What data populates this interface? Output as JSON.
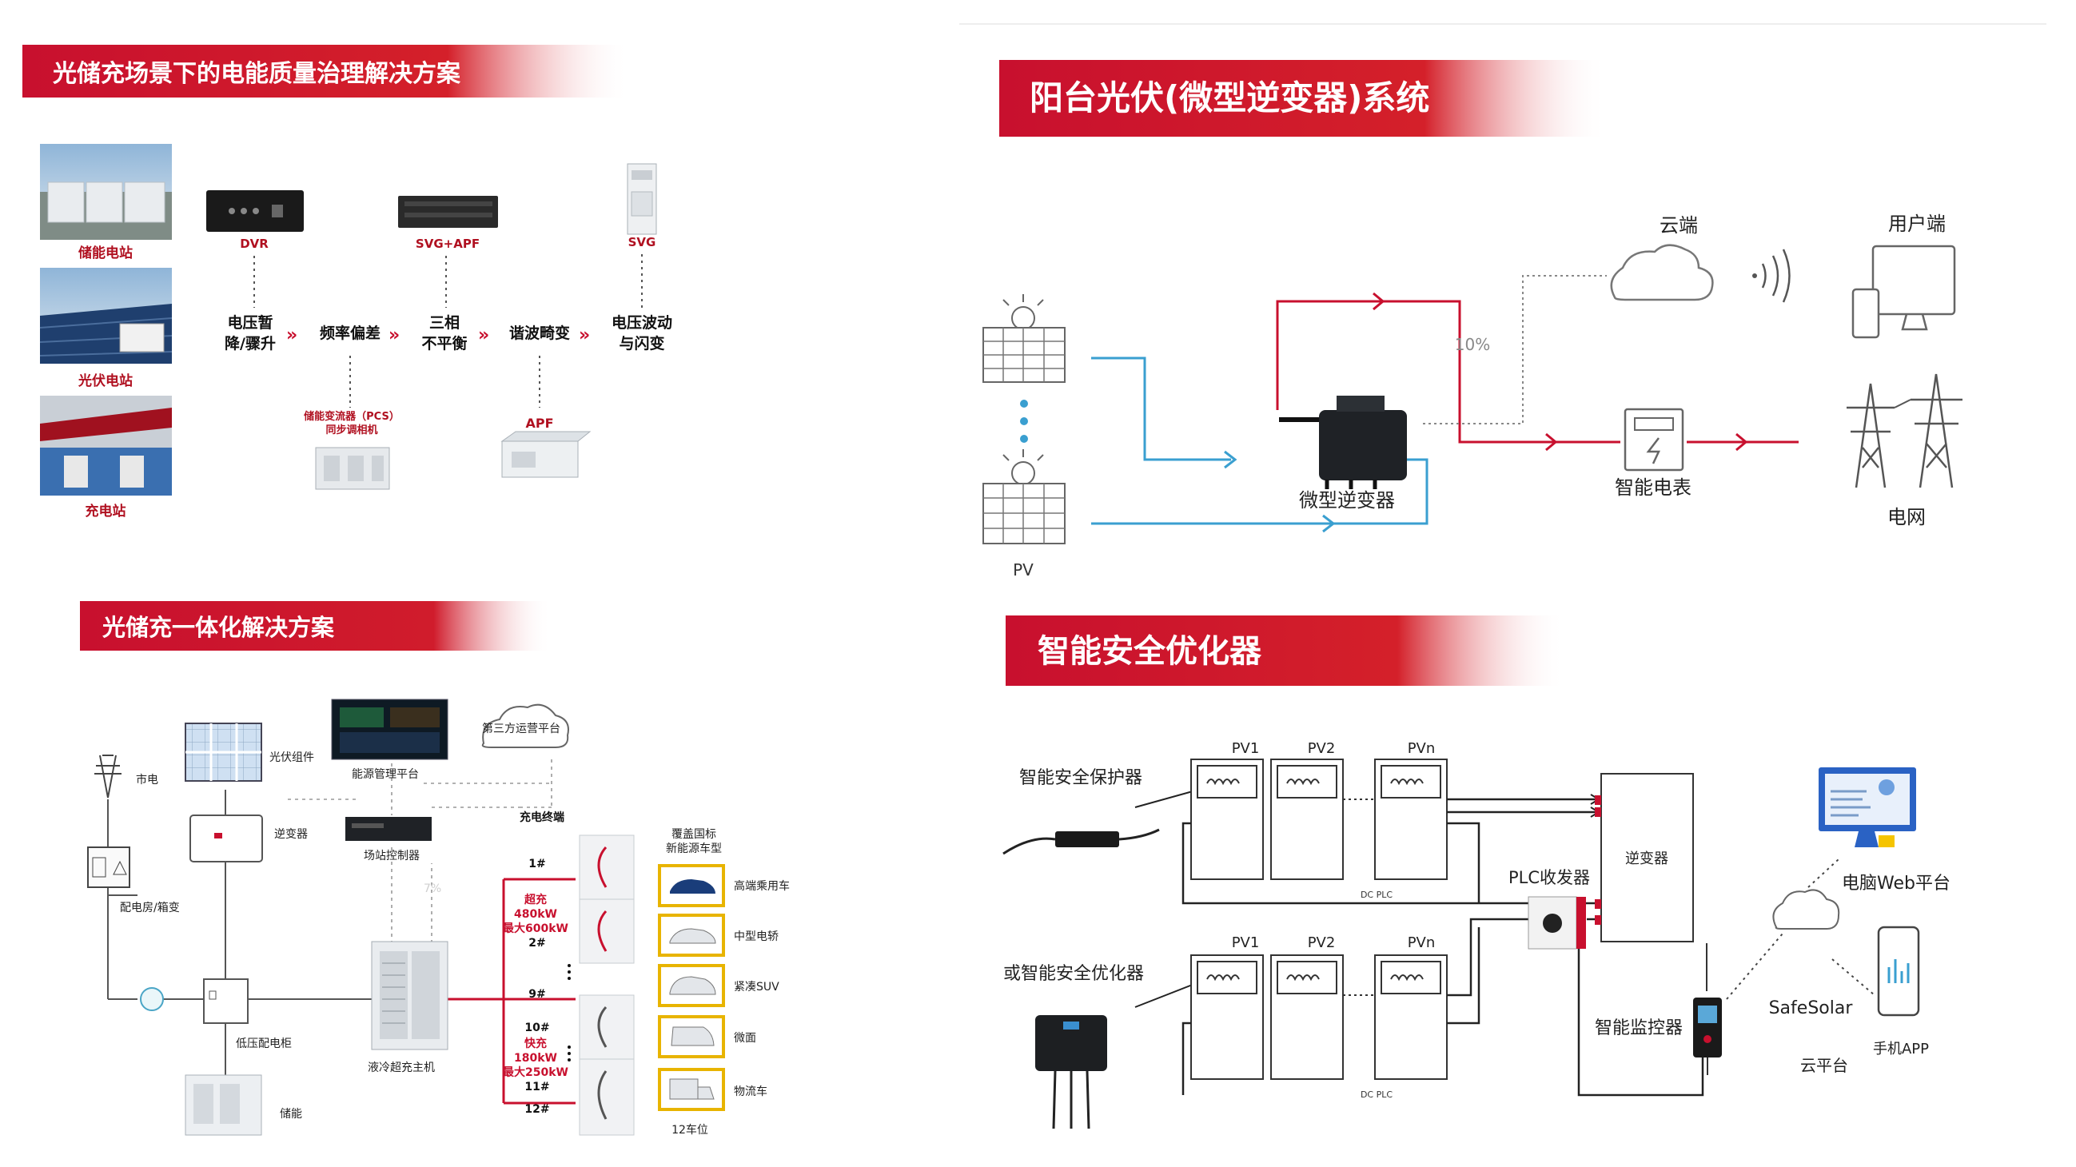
{
  "colors": {
    "accent_red": "#c8102e",
    "accent_red_dark": "#b00f1f",
    "line_blue": "#3a9fd0",
    "line_gray": "#555555",
    "label_dark": "#222222",
    "label_red": "#b01020"
  },
  "section1": {
    "title": "光储充场景下的电能质量治理解决方案",
    "sites": [
      {
        "label": "储能电站",
        "icon": "energy-storage-station-photo"
      },
      {
        "label": "光伏电站",
        "icon": "pv-station-photo"
      },
      {
        "label": "充电站",
        "icon": "charging-station-photo"
      }
    ],
    "devices": [
      {
        "label": "DVR",
        "icon": "dvr-device-icon"
      },
      {
        "label": "SVG+APF",
        "icon": "svg-apf-rack-icon"
      },
      {
        "label": "SVG",
        "icon": "svg-cabinet-icon"
      }
    ],
    "issues": [
      {
        "line1": "电压暂",
        "line2": "降/骤升"
      },
      {
        "line1": "频率偏差",
        "line2": ""
      },
      {
        "line1": "三相",
        "line2": "不平衡"
      },
      {
        "line1": "谐波畸变",
        "line2": ""
      },
      {
        "line1": "电压波动",
        "line2": "与闪变"
      }
    ],
    "bottom_devices": [
      {
        "line1": "储能变流器（PCS）",
        "line2": "同步调相机",
        "icon": "pcs-unit-icon"
      },
      {
        "line1": "APF",
        "line2": "",
        "icon": "apf-unit-icon"
      }
    ]
  },
  "section2": {
    "title": "光储充一体化解决方案",
    "labels": {
      "grid": "市电",
      "pv_module": "光伏组件",
      "ems": "能源管理平台",
      "third_party": "第三方运营平台",
      "inverter": "逆变器",
      "station_ctrl": "场站控制器",
      "distribution_room": "配电房/箱变",
      "low_voltage_cabinet": "低压配电柜",
      "storage": "储能",
      "liquid_cooling_host": "液冷超充主机",
      "charging_terminal": "充电终端",
      "coverage_line1": "覆盖国标",
      "coverage_line2": "新能源车型",
      "parking": "12车位",
      "faint_percent": "7%"
    },
    "charger_groups": [
      {
        "ids": [
          "1#",
          "2#"
        ],
        "lines": [
          "超充",
          "480kW",
          "最大600kW"
        ]
      },
      {
        "ids": [
          "9#",
          "10#"
        ],
        "lines": [],
        "gap": ""
      },
      {
        "ids": [
          "11#",
          "12#"
        ],
        "lines": [
          "快充",
          "180kW",
          "最大250kW"
        ]
      }
    ],
    "vehicles": [
      "高端乘用车",
      "中型电轿",
      "紧凑SUV",
      "微面",
      "物流车"
    ]
  },
  "section3": {
    "title": "阳台光伏(微型逆变器)系统",
    "labels": {
      "pv": "PV",
      "micro_inverter": "微型逆变器",
      "cloud": "云端",
      "user_end": "用户端",
      "smart_meter": "智能电表",
      "grid": "电网",
      "percent": "10%"
    }
  },
  "section4": {
    "title": "智能安全优化器",
    "labels": {
      "protector": "智能安全保护器",
      "optimizer": "或智能安全优化器",
      "pv1": "PV1",
      "pv2": "PV2",
      "pvn": "PVn",
      "dc_plc": "DC PLC",
      "plc_transceiver": "PLC收发器",
      "inverter": "逆变器",
      "smart_monitor": "智能监控器",
      "safesolar": "SafeSolar",
      "cloud_platform": "云平台",
      "web_platform": "电脑Web平台",
      "mobile_app": "手机APP"
    }
  }
}
